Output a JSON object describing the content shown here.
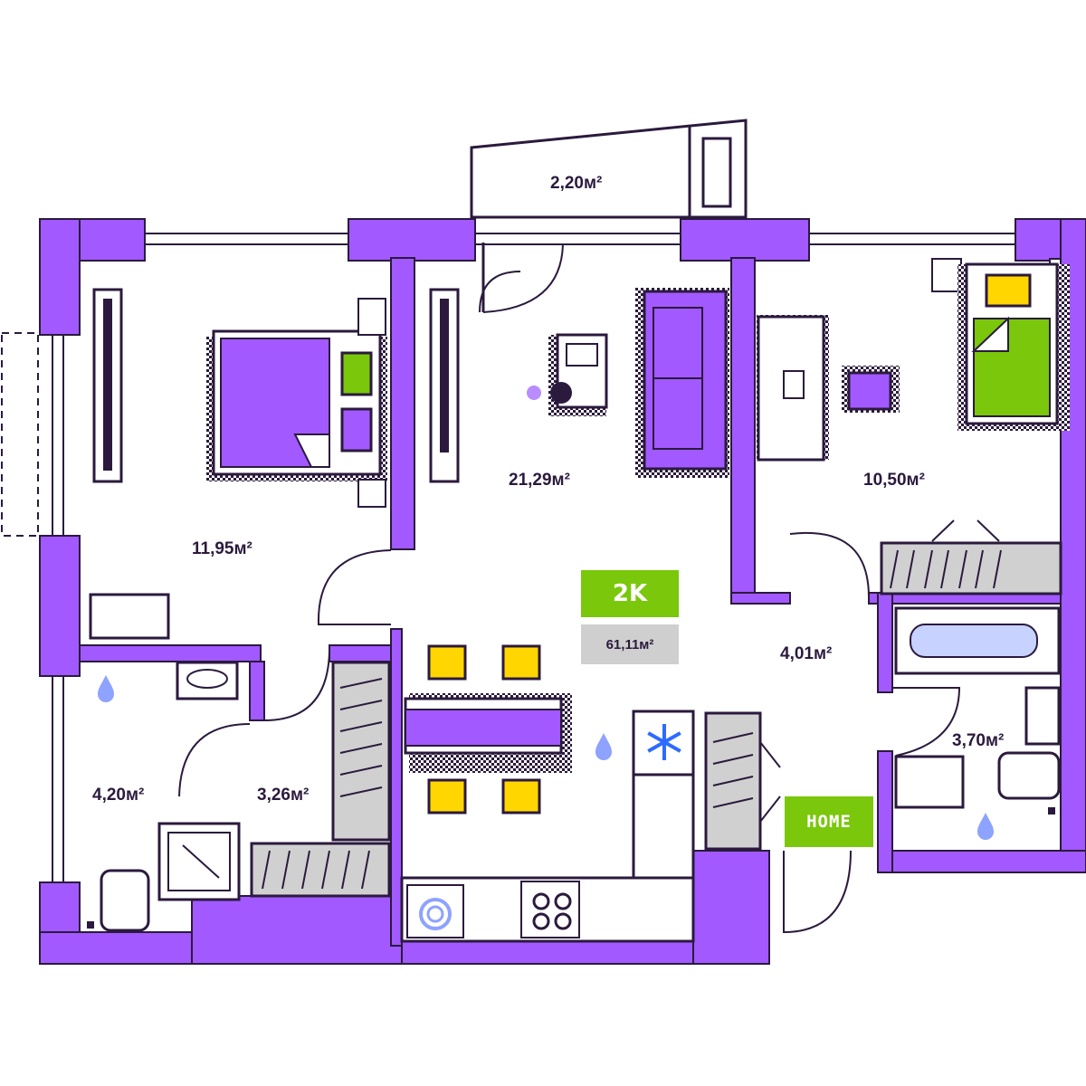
{
  "apartment": {
    "type_label": "2K",
    "total_area": "61,11м²",
    "home_label": "HOME"
  },
  "rooms": {
    "balcony": "2,20м²",
    "bedroom_left": "11,95м²",
    "living_kitchen": "21,29м²",
    "bedroom_right": "10,50м²",
    "hall": "4,01м²",
    "bathroom_left": "4,20м²",
    "wardrobe": "3,26м²",
    "bathroom_right": "3,70м²"
  },
  "icons": {
    "water": "water-drop-icon",
    "fridge": "snowflake-icon",
    "washer": "washing-machine-icon",
    "stove": "stove-icon"
  },
  "colors": {
    "wall": "#a259ff",
    "accent_green": "#7ac70c",
    "accent_yellow": "#ffd600",
    "furniture_purple": "#a259ff",
    "closet_gray": "#d0d0d0",
    "line": "#2b1a3d"
  }
}
